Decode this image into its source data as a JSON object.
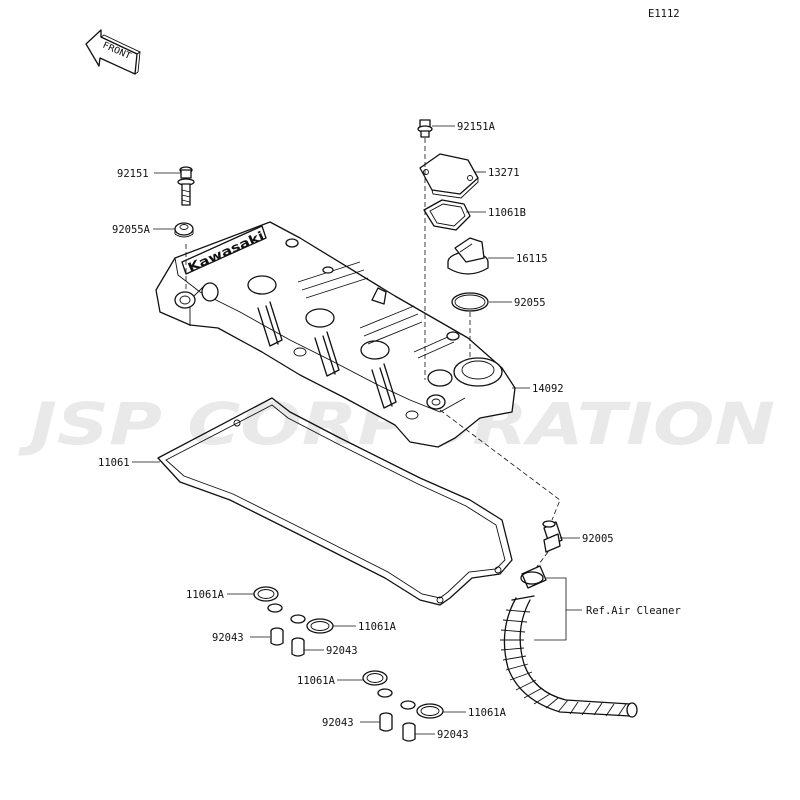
{
  "diagram_code": "E1112",
  "front_arrow_text": "FRONT",
  "watermark_text": "JSP CORPORATION",
  "brand_on_cover": "Kawasaki",
  "parts": {
    "p92151A": "92151A",
    "p13271": "13271",
    "p11061B": "11061B",
    "p16115": "16115",
    "p92055": "92055",
    "p14092": "14092",
    "p92151": "92151",
    "p92055A": "92055A",
    "p11061": "11061",
    "p92005": "92005",
    "ref_air_cleaner": "Ref.Air Cleaner",
    "p11061A_1": "11061A",
    "p92043_1": "92043",
    "p11061A_2": "11061A",
    "p92043_2": "92043",
    "p11061A_3": "11061A",
    "p92043_3": "92043",
    "p11061A_4": "11061A",
    "p92043_4": "92043"
  }
}
